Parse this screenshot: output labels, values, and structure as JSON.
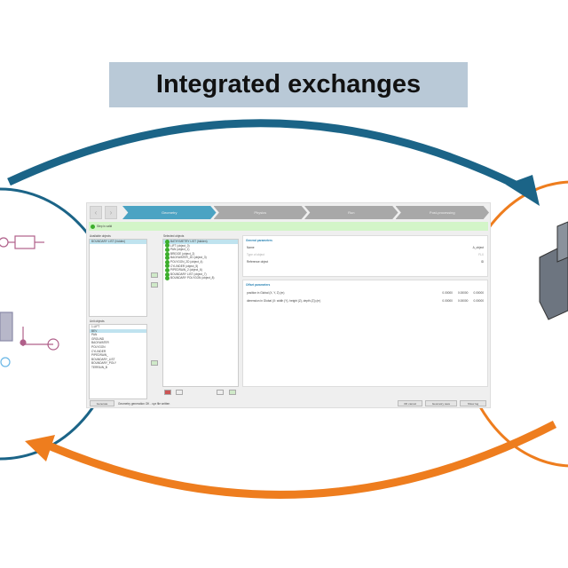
{
  "title": "Integrated exchanges",
  "colors": {
    "blue": "#1b6487",
    "orange": "#ee7d1e",
    "title_bg": "#b9c9d7"
  },
  "app": {
    "steps": [
      "Geometry",
      "Physics",
      "Run",
      "Post-processing"
    ],
    "status": "Step is valid",
    "available_label": "Available objects",
    "available_items": [
      "BOUNDARY LIST (hidden)"
    ],
    "unit_label": "Unit objects",
    "unit_items": [
      "1.LIFT",
      "BEV",
      "PAN",
      "GROUND",
      "BACKWATER",
      "POLYGON",
      "CYLINDER",
      "PIPEDRAIN_",
      "BOUNDARY_LIST",
      "BOUNDARY_POLY",
      "TERRAIN_B"
    ],
    "selected_label": "Selected objects",
    "selected_items": [
      "BATHYMETRY LIST (hidden)",
      "LIFT (object_0)",
      "PAN (object_1)",
      "BRIDGE (object_2)",
      "BACKWATER_2D (object_3)",
      "POLYGON_2D (object_4)",
      "CYLINDER (object_5)",
      "PIPEDRAIN_2 (object_6)",
      "BOUNDARY LIST (object_7)",
      "BOUNDARY POLYGON (object_8)"
    ],
    "general_label": "General parameters",
    "general_rows": [
      {
        "label": "Name",
        "value": "A_object"
      },
      {
        "label": "Type of object",
        "value": "FLX"
      },
      {
        "label": "Reference object",
        "value": "ID"
      }
    ],
    "offset_label": "Offset parameters",
    "offset_rows": [
      {
        "label": "position in Global (X, Y, Z) (m)",
        "v": [
          "0.00000",
          "0.00000",
          "0.00000"
        ]
      },
      {
        "label": "dimension in Global (X: width (Y), height (Z), depth (Z)) (m)",
        "v": [
          "0.00000",
          "0.00000",
          "0.00000"
        ]
      }
    ],
    "generate": "Generate",
    "log": "Geometry generation OK - xyz file written",
    "ok_cancel": "OK cancel",
    "geometry_save": "Geometry save",
    "show_log": "Show log"
  }
}
